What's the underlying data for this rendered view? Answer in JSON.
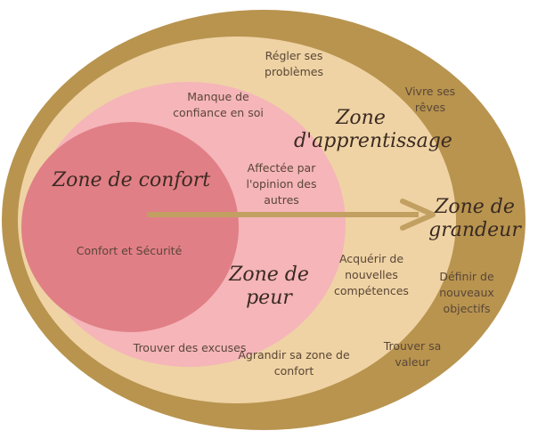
{
  "colors": {
    "outer_zone": "#b8944f",
    "learning_zone": "#efd3a4",
    "fear_zone": "#f5b5b9",
    "comfort_zone": "#e17f86",
    "arrow": "#c2a062",
    "text": "#5a4636",
    "script_text": "#3a2a22"
  },
  "zones": {
    "comfort": {
      "title": "Zone de confort",
      "items": [
        "Confort et Sécurité"
      ]
    },
    "fear": {
      "title": "Zone de peur",
      "items": [
        "Manque de confiance en soi",
        "Affectée par l'opinion des autres",
        "Trouver des excuses"
      ]
    },
    "learning": {
      "title": "Zone d'apprentissage",
      "items": [
        "Régler ses problèmes",
        "Acquérir de nouvelles compétences",
        "Agrandir sa zone de confort"
      ]
    },
    "grandeur": {
      "title": "Zone de grandeur",
      "items": [
        "Vivre ses rêves",
        "Définir de nouveaux objectifs",
        "Trouver sa valeur"
      ]
    }
  }
}
